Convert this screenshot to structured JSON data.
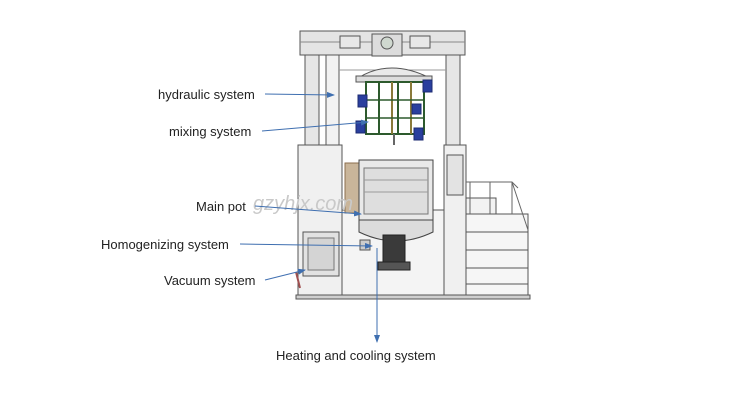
{
  "labels": {
    "hydraulic": "hydraulic system",
    "mixing": "mixing system",
    "main_pot": "Main pot",
    "homogenizing": "Homogenizing system",
    "vacuum": "Vacuum system",
    "heating": "Heating and cooling system"
  },
  "watermark": "gzyhjx.com",
  "colors": {
    "leader": "#3f6fb0",
    "frame_stroke": "#555555",
    "frame_fill": "#eeeeee",
    "agitator": "#2d5a2d",
    "paddle": "#2a3f9e"
  }
}
